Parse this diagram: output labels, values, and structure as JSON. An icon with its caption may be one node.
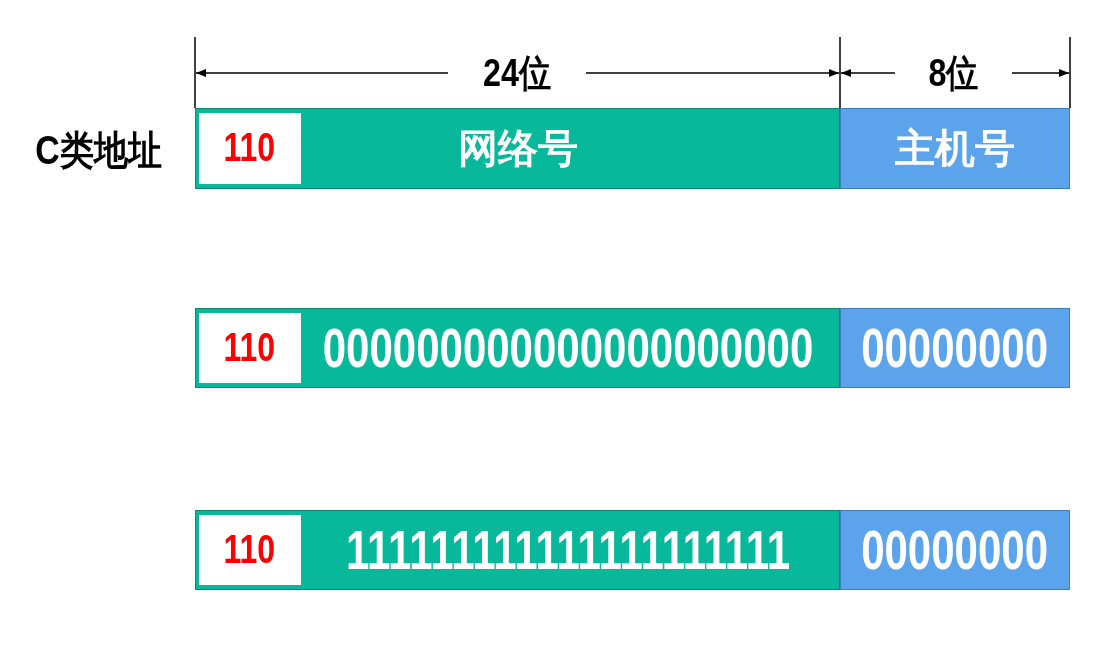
{
  "diagram": {
    "nodes": [
      {
        "text": [
          "网络号"
        ]
      },
      {
        "text": [
          "110"
        ],
        "in": 0
      },
      {
        "text": [
          "主机号"
        ]
      },
      {
        "text": [
          "000000000000000000000"
        ]
      },
      {
        "text": [
          "110"
        ],
        "in": 3
      },
      {
        "text": [
          "00000000"
        ]
      },
      {
        "text": [
          "111111111111111111111"
        ]
      },
      {
        "text": [
          "110"
        ],
        "in": 6
      },
      {
        "text": [
          "00000000"
        ]
      }
    ],
    "labels": [
      "C类地址",
      "24位",
      "8位"
    ]
  }
}
